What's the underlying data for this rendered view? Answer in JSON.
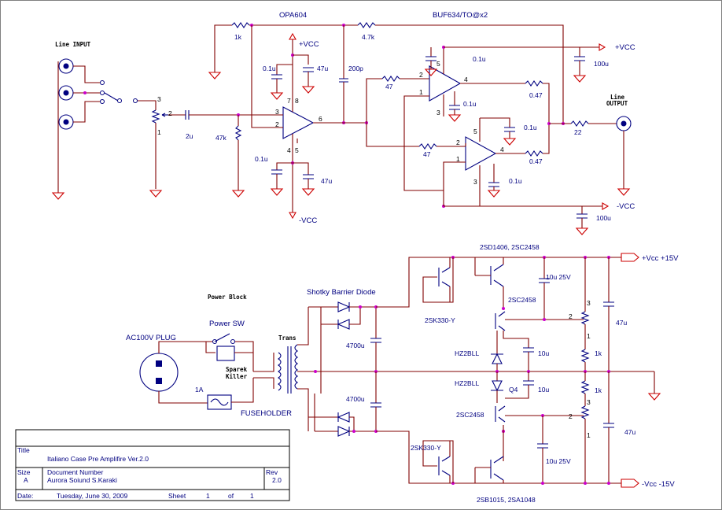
{
  "labels": {
    "line_input": "Line INPUT",
    "line_output": "Line OUTPUT",
    "line_output_1": "Line",
    "line_output_2": "OUTPUT",
    "opa604": "OPA604",
    "buf634": "BUF634/TO@x2",
    "r_1k_top": "1k",
    "r_4k7": "4.7k",
    "r_47k": "47k",
    "c_2u": "2u",
    "c_200p": "200p",
    "c_01u_a": "0.1u",
    "c_47u_a": "47u",
    "c_01u_b": "0.1u",
    "c_47u_b": "47u",
    "c_01u_c": "0.1u",
    "c_100u_a": "100u",
    "c_01u_d": "0.1u",
    "c_01u_e": "0.1u",
    "c_01u_f": "0.1u",
    "c_100u_b": "100u",
    "r_47_a": "47",
    "r_47_b": "47",
    "r_047_a": "0.47",
    "r_047_b": "0.47",
    "r_22": "22",
    "vcc_pos_a": "+VCC",
    "vcc_pos_b": "+VCC",
    "vcc_neg_a": "-VCC",
    "vcc_neg_b": "-VCC",
    "power_block": "Power Block",
    "shotky": "Shotky Barrier Diode",
    "power_sw": "Power SW",
    "ac_plug": "AC100V PLUG",
    "sparek_1": "Sparek",
    "sparek_2": "Killer",
    "trans": "Trans",
    "fuse_1a": "1A",
    "fuseholder": "FUSEHOLDER",
    "c_4700u_a": "4700u",
    "c_4700u_b": "4700u",
    "q_top": "2SD1406, 2SC2458",
    "q_2sc2458_a": "2SC2458",
    "q_2sk330_a": "2SK330-Y",
    "q_hz2bll_a": "HZ2BLL",
    "q_hz2bll_b": "HZ2BLL",
    "q_q4": "Q4",
    "q_2sc2458_b": "2SC2458",
    "q_2sk330_b": "2SK330-Y",
    "q_bottom": "2SB1015,  2SA1048",
    "c_10u25v_a": "10u 25V",
    "c_10u_a": "10u",
    "c_10u_b": "10u",
    "c_10u25v_b": "10u 25V",
    "c_47u_c": "47u",
    "c_47u_d": "47u",
    "r_1k_a": "1k",
    "r_1k_b": "1k",
    "vcc_p15": "+Vcc +15V",
    "vcc_m15": "-Vcc -15V"
  },
  "title_block": {
    "title_label": "Title",
    "title_value": "Italiano Case Pre Amplifire Ver.2.0",
    "size_label": "Size",
    "size_value": "A",
    "docnum_label": "Document Number",
    "docnum_value": "Aurora Soiund   S.Karaki",
    "rev_label": "Rev",
    "rev_value": "2.0",
    "date_label": "Date:",
    "date_value": "Tuesday, June 30, 2009",
    "sheet_label": "Sheet",
    "sheet_num": "1",
    "sheet_of": "of",
    "sheet_total": "1"
  },
  "pins": {
    "p1": "1",
    "p2": "2",
    "p3": "3",
    "p4": "4",
    "p5": "5",
    "p6": "6",
    "p7": "7",
    "p8": "8"
  },
  "colors": {
    "wire": "#800000",
    "component": "#000080",
    "junction": "#cc00cc",
    "ground": "#cc0000",
    "border": "#808080"
  }
}
